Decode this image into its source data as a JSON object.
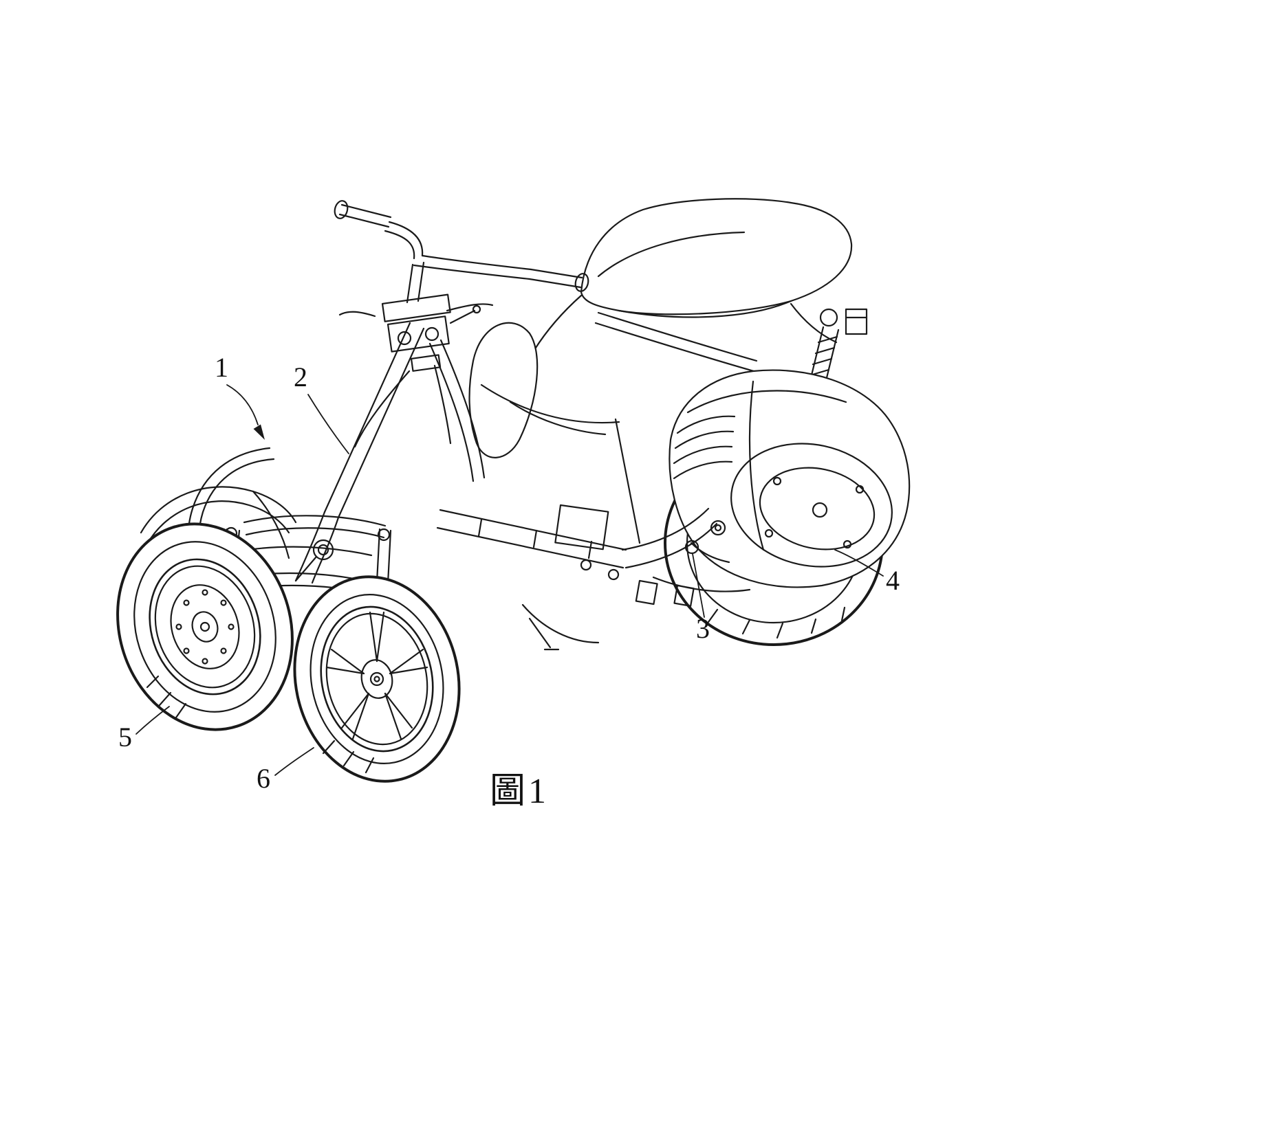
{
  "figure": {
    "caption": "圖1",
    "labels": [
      {
        "text": "1"
      },
      {
        "text": "2"
      },
      {
        "text": "3"
      },
      {
        "text": "4"
      },
      {
        "text": "5"
      },
      {
        "text": "6"
      }
    ]
  },
  "colors": {
    "line": "#1a1a1a",
    "background": "#ffffff"
  }
}
